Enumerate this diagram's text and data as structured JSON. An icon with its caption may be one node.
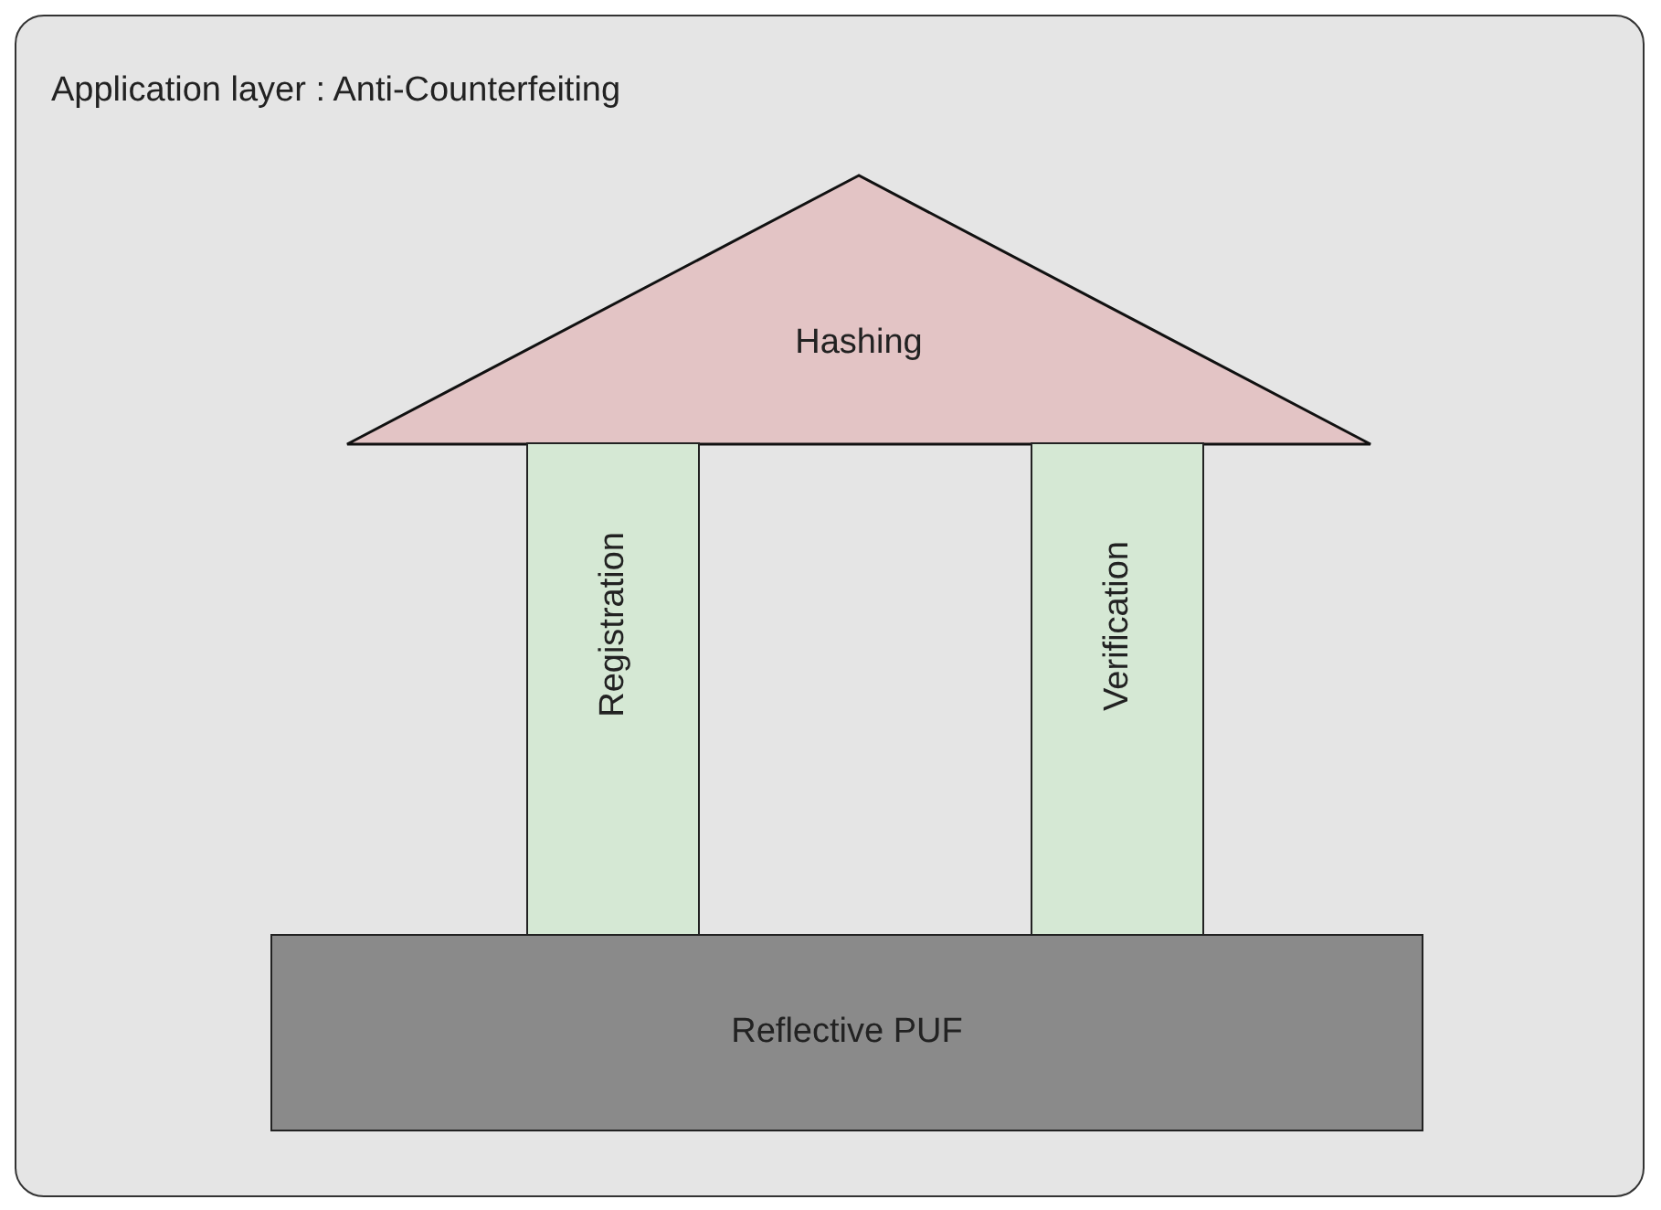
{
  "diagram": {
    "nodes": [
      {
        "text": [
          "Application layer : Anti-Counterfeiting"
        ]
      },
      {
        "text": [
          "Hashing"
        ],
        "in": 0
      },
      {
        "text": [
          "Registration"
        ],
        "in": 0
      },
      {
        "text": [
          "Verification"
        ],
        "in": 0
      },
      {
        "text": [
          "Reflective PUF"
        ],
        "in": 0
      }
    ]
  }
}
